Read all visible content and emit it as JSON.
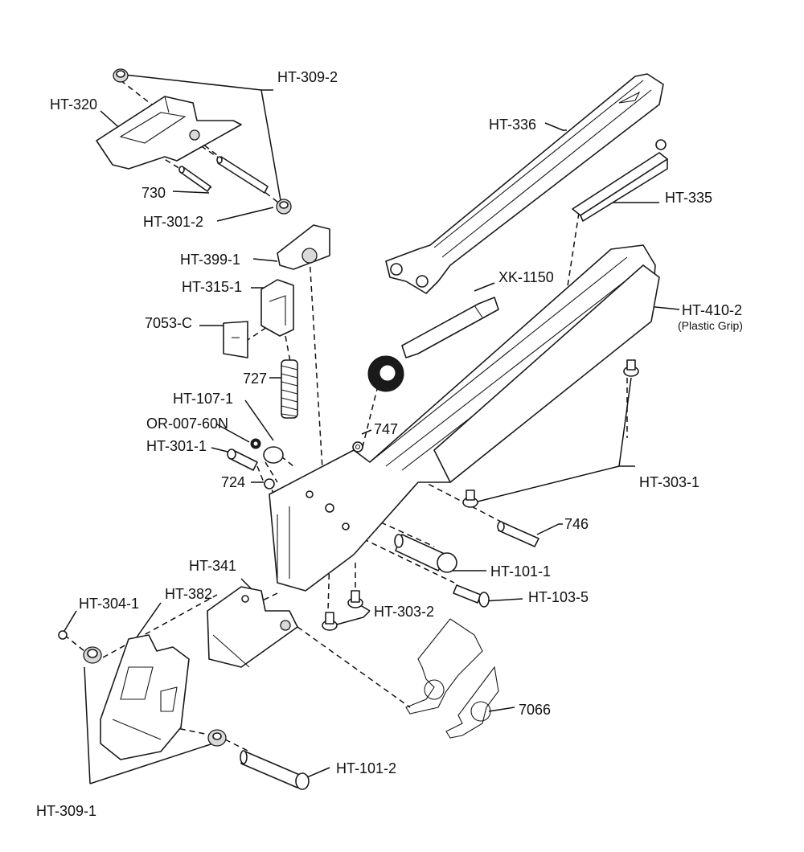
{
  "labels": {
    "ht_309_2": "HT-309-2",
    "ht_320": "HT-320",
    "n730": "730",
    "ht_301_2": "HT-301-2",
    "ht_336": "HT-336",
    "ht_335": "HT-335",
    "ht_399_1": "HT-399-1",
    "ht_315_1": "HT-315-1",
    "n7053_c": "7053-C",
    "xk_1150": "XK-1150",
    "ht_410_2": "HT-410-2",
    "ht_410_2_note": "(Plastic Grip)",
    "n727": "727",
    "ht_107_1": "HT-107-1",
    "or_007_60n": "OR-007-60N",
    "ht_301_1": "HT-301-1",
    "n747": "747",
    "n724": "724",
    "ht_303_1": "HT-303-1",
    "n746": "746",
    "ht_101_1": "HT-101-1",
    "ht_341": "HT-341",
    "ht_304_1": "HT-304-1",
    "ht_382": "HT-382",
    "ht_103_5": "HT-103-5",
    "ht_303_2": "HT-303-2",
    "n7066": "7066",
    "ht_101_2": "HT-101-2",
    "ht_309_1": "HT-309-1"
  }
}
